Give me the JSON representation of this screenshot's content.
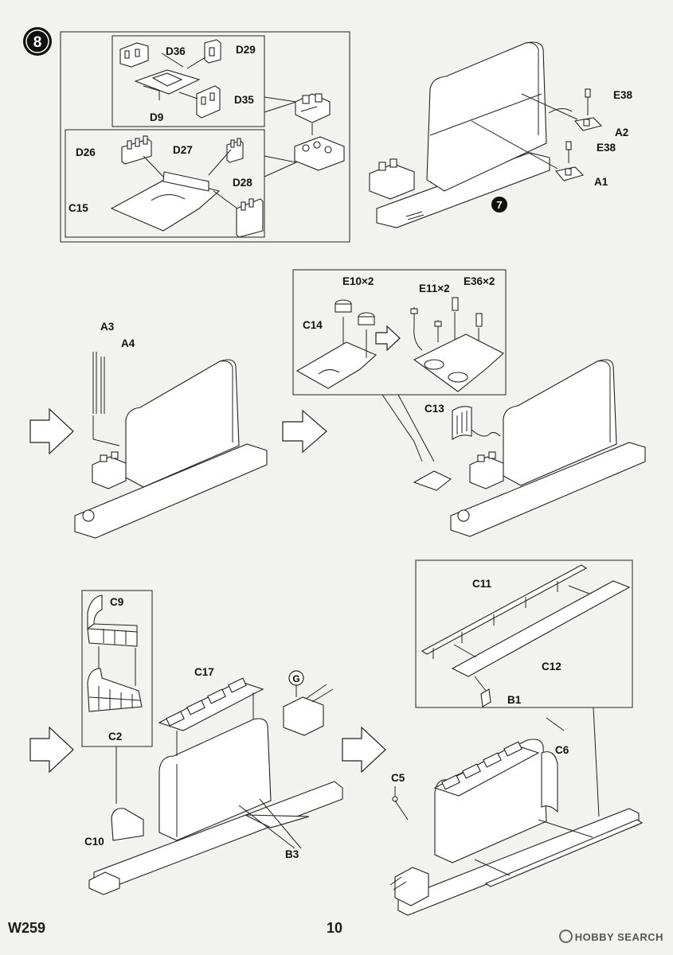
{
  "step": {
    "number": "8",
    "ref_step": "7"
  },
  "labels": {
    "D36": "D36",
    "D29": "D29",
    "D35": "D35",
    "D9": "D9",
    "D26": "D26",
    "D27": "D27",
    "D28": "D28",
    "C15": "C15",
    "E38a": "E38",
    "E38b": "E38",
    "A2": "A2",
    "A1": "A1",
    "A3": "A3",
    "A4": "A4",
    "E10": "E10×2",
    "E11": "E11×2",
    "E36": "E36×2",
    "C14": "C14",
    "C13": "C13",
    "C9": "C9",
    "C2": "C2",
    "C10": "C10",
    "C17": "C17",
    "G": "G",
    "B3": "B3",
    "C11": "C11",
    "C12": "C12",
    "B1": "B1",
    "C5": "C5",
    "C6": "C6"
  },
  "footer": {
    "code": "W259",
    "page": "10",
    "watermark_brand": "HOBBY SEARCH"
  }
}
